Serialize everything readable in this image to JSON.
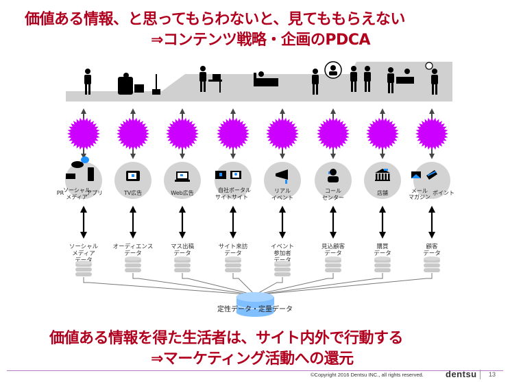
{
  "headline_top": {
    "line1": "価値ある情報、と思ってもらわないと、見てももらえない",
    "line2": "⇒コンテンツ戦略・企画のPDCA"
  },
  "headline_bottom": {
    "line1": "価値ある情報を得た生活者は、サイト内外で行動する",
    "line2": "⇒マーケティング活動への還元"
  },
  "lifestyle_scenes": [
    {
      "icon": "person-with-phone-icon"
    },
    {
      "icon": "person-watching-tv-icon"
    },
    {
      "icon": "person-at-laptop-icon"
    },
    {
      "icon": "person-lying-with-tablet-icon"
    },
    {
      "icon": "person-calling-operator-icon"
    },
    {
      "icon": "people-talking-icon"
    },
    {
      "icon": "person-at-store-counter-icon"
    },
    {
      "icon": "person-searching-icon"
    }
  ],
  "touchpoints": [
    {
      "icon": "social-media-icon",
      "labels": [
        "PR",
        "ソーシャル",
        "メディア",
        "アプリ"
      ]
    },
    {
      "icon": "tv-icon",
      "labels": [
        "TV広告"
      ]
    },
    {
      "icon": "laptop-icon",
      "labels": [
        "Web広告"
      ]
    },
    {
      "icon": "website-devices-icon",
      "labels": [
        "自社",
        "サイト",
        "ポータル",
        "サイト"
      ]
    },
    {
      "icon": "megaphone-icon",
      "labels": [
        "リアル",
        "イベント"
      ]
    },
    {
      "icon": "call-center-icon",
      "labels": [
        "コール",
        "センター"
      ]
    },
    {
      "icon": "store-icon",
      "labels": [
        "店舗"
      ]
    },
    {
      "icon": "mail-card-icon",
      "labels": [
        "メール",
        "マガジン",
        "ポイント"
      ]
    }
  ],
  "data_sources": [
    {
      "lines": [
        "ソーシャル",
        "メディア",
        "データ"
      ]
    },
    {
      "lines": [
        "オーディエンス",
        "データ"
      ]
    },
    {
      "lines": [
        "マス出稿",
        "データ"
      ]
    },
    {
      "lines": [
        "サイト来訪",
        "データ"
      ]
    },
    {
      "lines": [
        "イベント",
        "参加者",
        "データ"
      ]
    },
    {
      "lines": [
        "見込顧客",
        "データ"
      ]
    },
    {
      "lines": [
        "購買",
        "データ"
      ]
    },
    {
      "lines": [
        "顧客",
        "データ"
      ]
    }
  ],
  "central_db": {
    "label": "定性データ・定量データ"
  },
  "footer": {
    "copyright": "©Copyright 2016 Dentsu INC., all rights reserved.",
    "brand": "dentsu",
    "page": "13"
  },
  "colors": {
    "headline": "#b0001e",
    "burst": "#cc00ff",
    "accent_blue": "#1e90ff",
    "db_blue": "#7fbfff",
    "ground": "#d0d0d0"
  }
}
